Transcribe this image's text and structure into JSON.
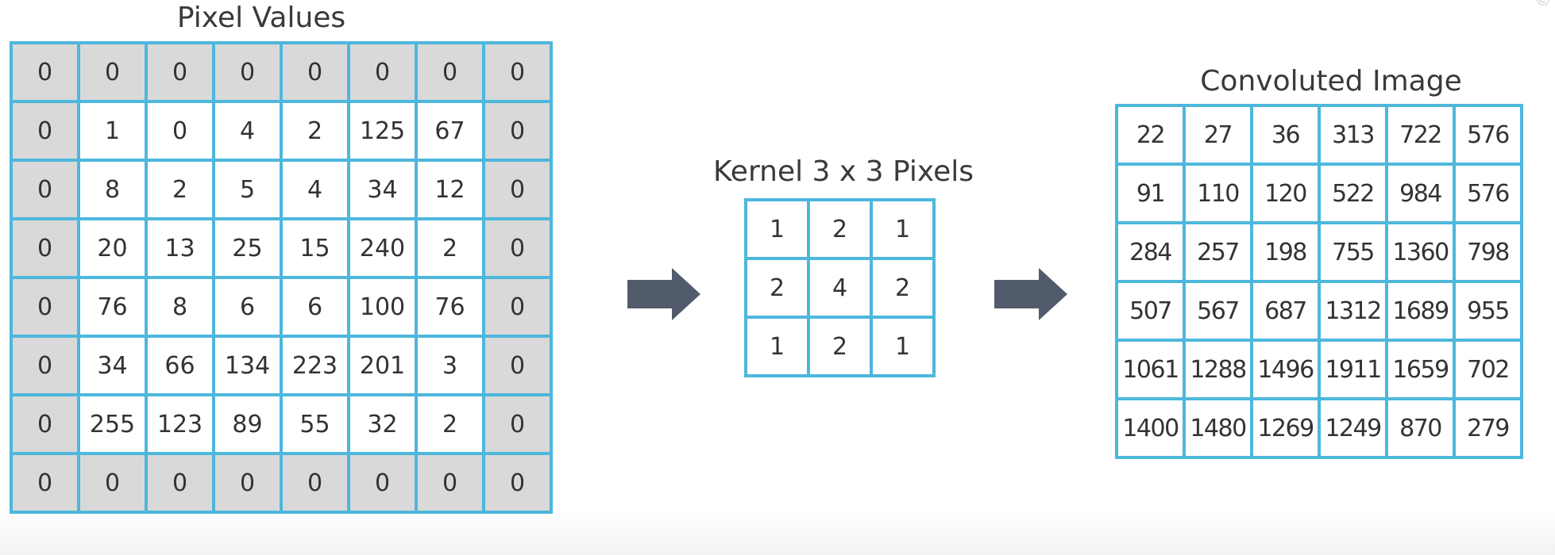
{
  "pixel_values": {
    "title": "Pixel Values",
    "rows": [
      [
        0,
        0,
        0,
        0,
        0,
        0,
        0,
        0
      ],
      [
        0,
        1,
        0,
        4,
        2,
        125,
        67,
        0
      ],
      [
        0,
        8,
        2,
        5,
        4,
        34,
        12,
        0
      ],
      [
        0,
        20,
        13,
        25,
        15,
        240,
        2,
        0
      ],
      [
        0,
        76,
        8,
        6,
        6,
        100,
        76,
        0
      ],
      [
        0,
        34,
        66,
        134,
        223,
        201,
        3,
        0
      ],
      [
        0,
        255,
        123,
        89,
        55,
        32,
        2,
        0
      ],
      [
        0,
        0,
        0,
        0,
        0,
        0,
        0,
        0
      ]
    ]
  },
  "kernel": {
    "title": "Kernel 3 x 3 Pixels",
    "rows": [
      [
        1,
        2,
        1
      ],
      [
        2,
        4,
        2
      ],
      [
        1,
        2,
        1
      ]
    ]
  },
  "convoluted_image": {
    "title": "Convoluted Image",
    "rows": [
      [
        22,
        27,
        36,
        313,
        722,
        576
      ],
      [
        91,
        110,
        120,
        522,
        984,
        576
      ],
      [
        284,
        257,
        198,
        755,
        1360,
        798
      ],
      [
        507,
        567,
        687,
        1312,
        1689,
        955
      ],
      [
        1061,
        1288,
        1496,
        1911,
        1659,
        702
      ],
      [
        1400,
        1480,
        1269,
        1249,
        870,
        279
      ]
    ]
  },
  "colors": {
    "grid_border": "#4db7dc",
    "padding_cell": "#d9d9d9",
    "arrow": "#525b6b",
    "text": "#333333"
  },
  "icons": {
    "arrow_1": "right-arrow-icon",
    "arrow_2": "right-arrow-icon"
  }
}
